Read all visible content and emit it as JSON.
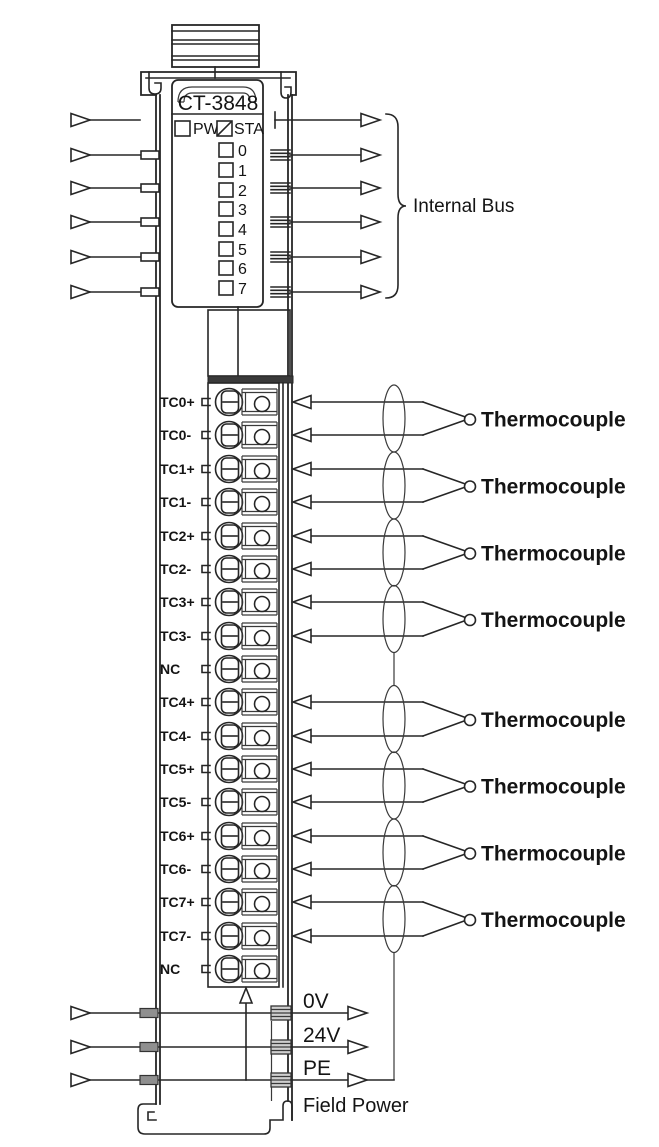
{
  "module": {
    "model": "CT-3848",
    "pw_label": "PW",
    "sta_label": "STA",
    "leds": [
      "0",
      "1",
      "2",
      "3",
      "4",
      "5",
      "6",
      "7"
    ]
  },
  "internal_bus": {
    "label": "Internal Bus"
  },
  "terminals": [
    "TC0+",
    "TC0-",
    "TC1+",
    "TC1-",
    "TC2+",
    "TC2-",
    "TC3+",
    "TC3-",
    "NC",
    "TC4+",
    "TC4-",
    "TC5+",
    "TC5-",
    "TC6+",
    "TC6-",
    "TC7+",
    "TC7-",
    "NC"
  ],
  "thermocouples": [
    "Thermocouple",
    "Thermocouple",
    "Thermocouple",
    "Thermocouple",
    "Thermocouple",
    "Thermocouple",
    "Thermocouple",
    "Thermocouple"
  ],
  "field_power": {
    "lines": [
      "0V",
      "24V",
      "PE"
    ],
    "label": "Field Power"
  },
  "colors": {
    "line": "#262626",
    "terminal_bar": "#3a3a3a",
    "pad_gray": "#8f8f8f",
    "pad_band": "#cfcfcf"
  }
}
